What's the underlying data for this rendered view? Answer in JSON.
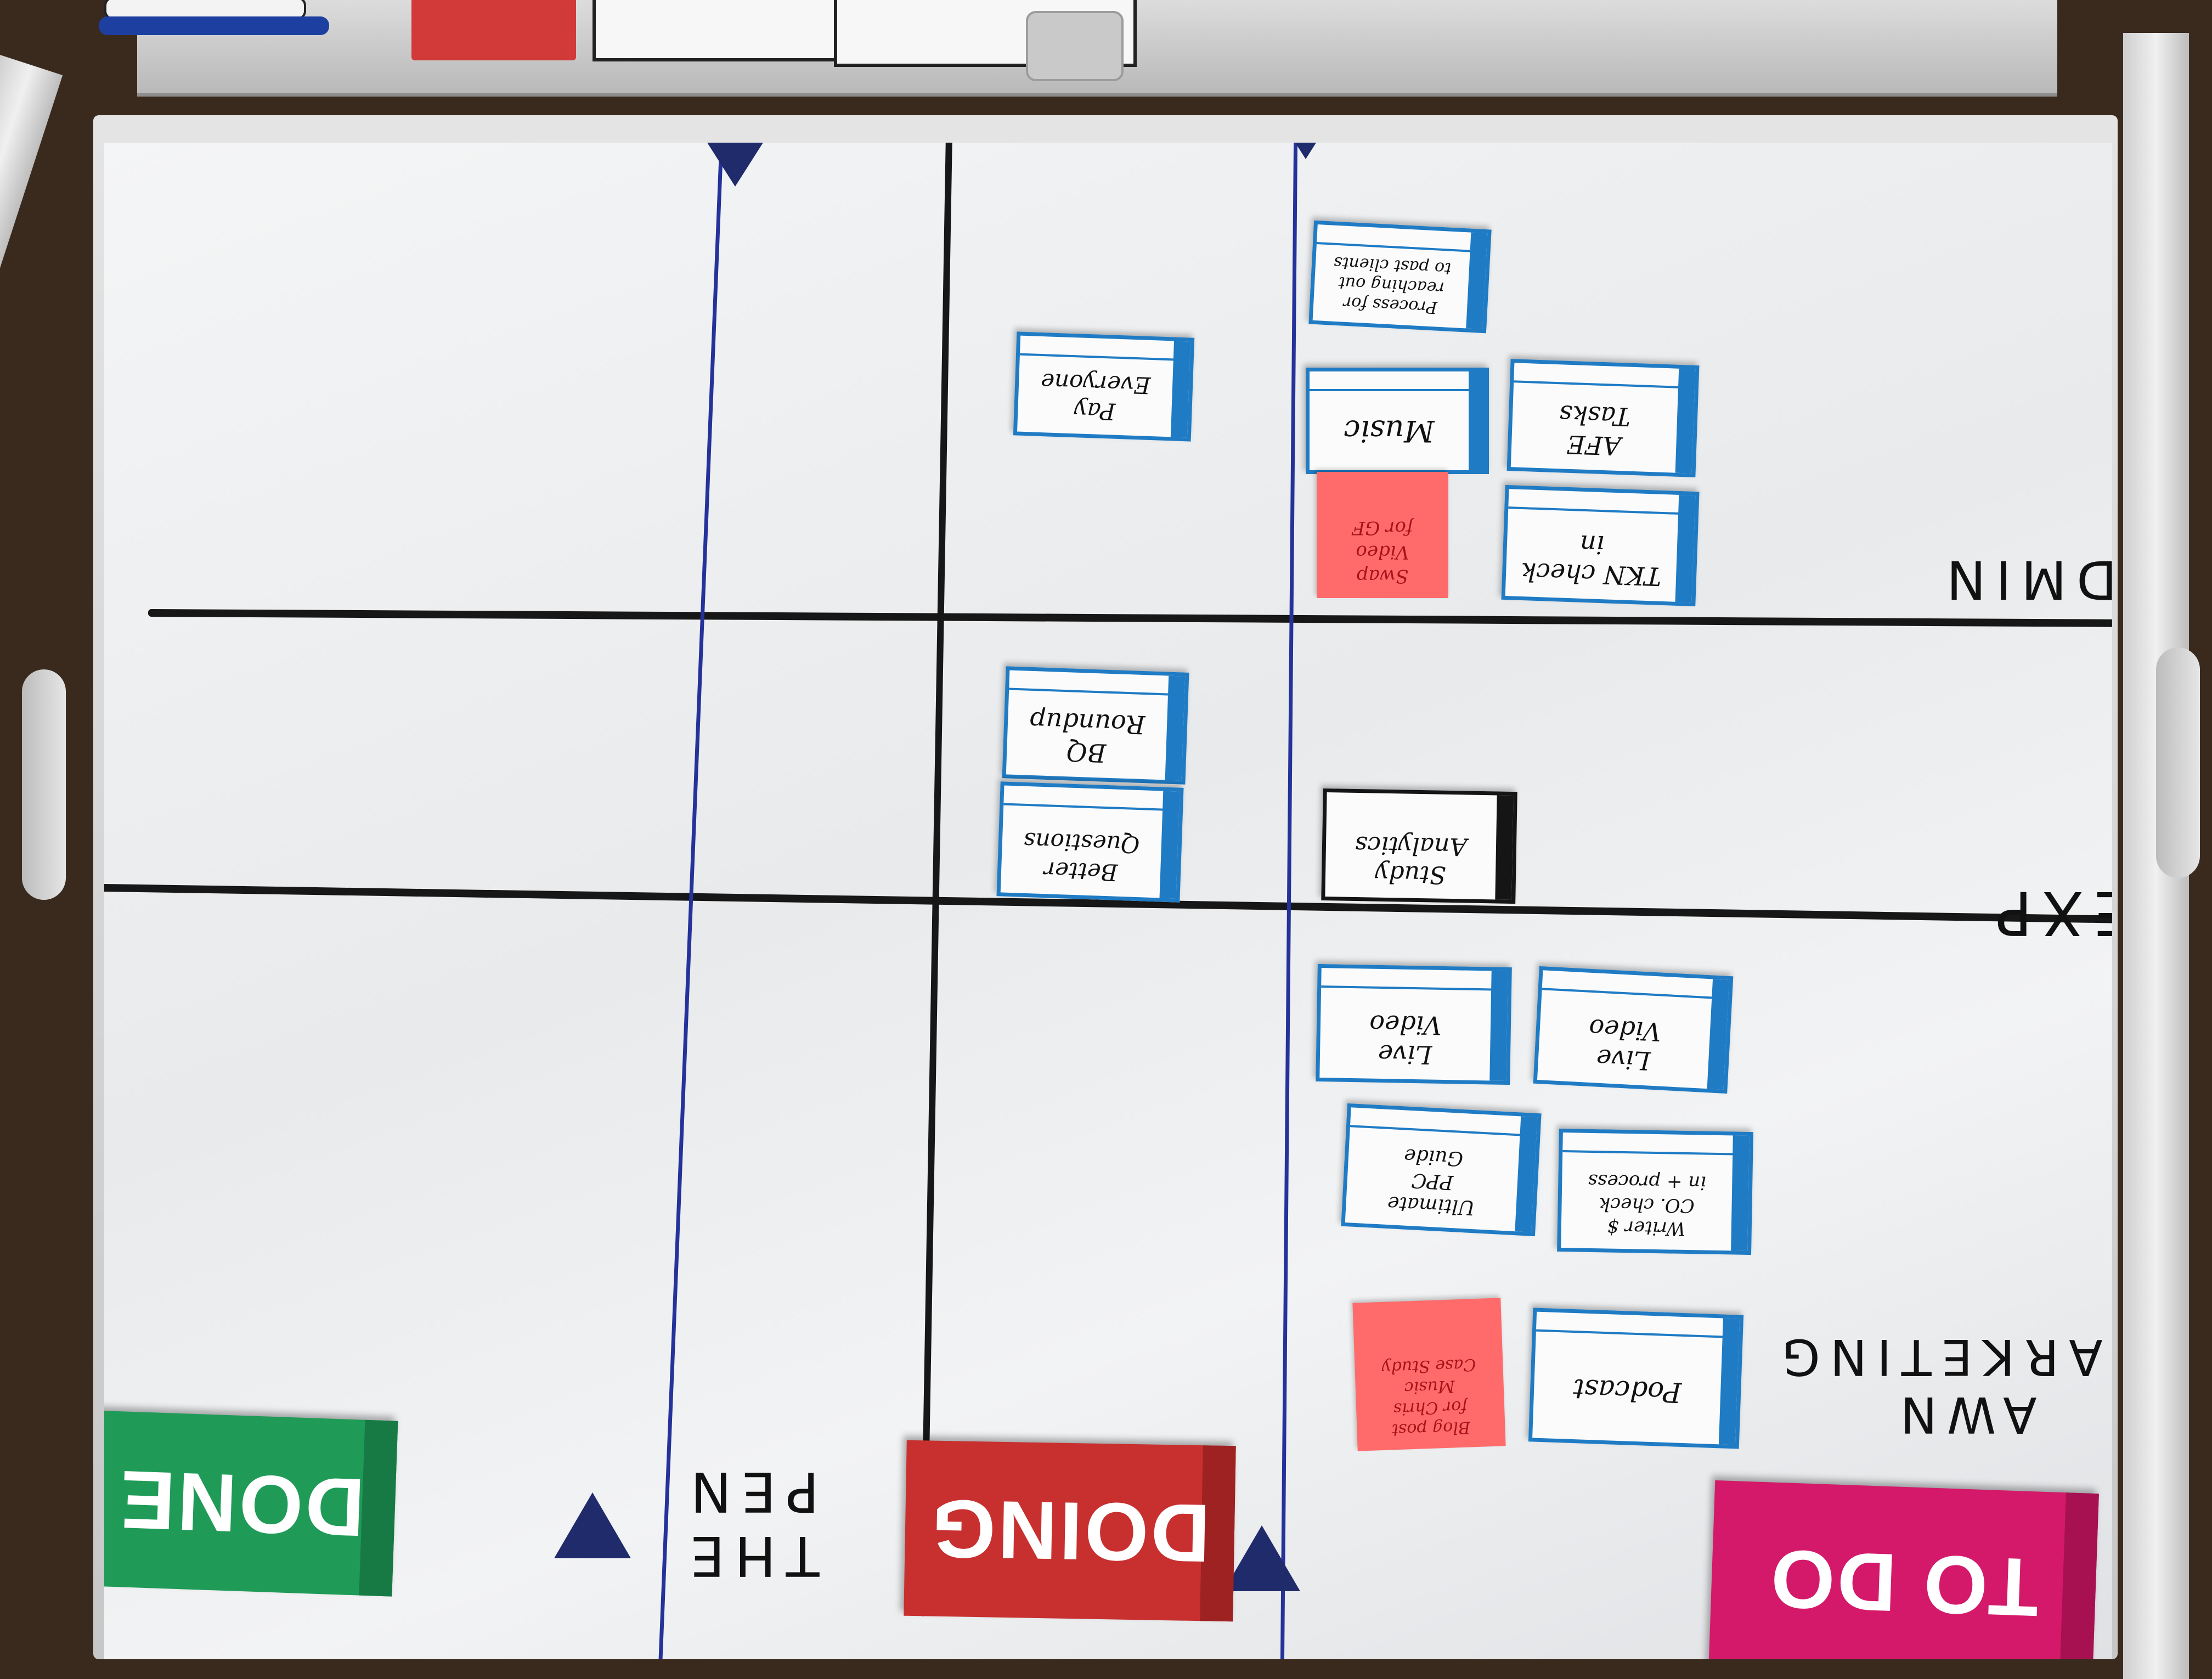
{
  "board": {
    "columns": {
      "todo": "TO DO",
      "doing": "DOING",
      "done": "DONE",
      "pen": "THE\nPEN"
    },
    "rows": {
      "admin": "ADMIN",
      "exp": "EXP",
      "marketing": "AWN\nMARKETING"
    },
    "todo_cards": {
      "process": "Process for\nreaching out\nto past clients",
      "music": "Music",
      "afe": "AFE\nTasks",
      "tkn": "TKN check\nin",
      "swap_sticky": "Swap\nVideo\nfor GF",
      "study": "Study\nAnalytics",
      "live1": "Live\nVideo",
      "live2": "Live\nVideo",
      "ultimate": "Ultimate\nPPC\nGuide",
      "writer": "Writer $\nCO. check\nin + process",
      "podcast": "Podcast",
      "blog_sticky": "Blog post\nfor Chris\nMusic\nCase Study"
    },
    "doing_cards": {
      "pay": "Pay\nEveryone",
      "bq": "BQ\nRoundup",
      "better": "Better\nQuestions"
    }
  }
}
